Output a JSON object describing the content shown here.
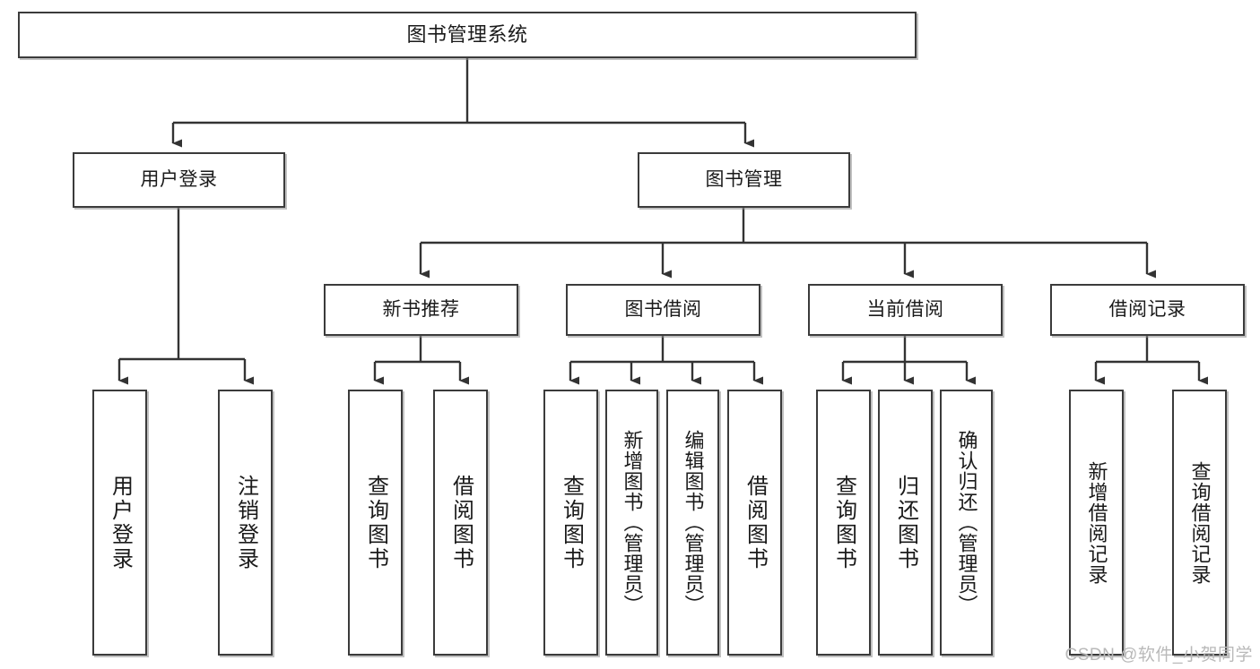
{
  "diagram": {
    "title": "图书管理系统",
    "type": "functional-structure-tree",
    "watermark": "CSDN @软件_小贺同学",
    "colors": {
      "box_border": "#3b3b3b",
      "box_fill": "#ffffff",
      "edge": "#333333",
      "text": "#1a1a1a",
      "watermark": "#b9b9b9"
    },
    "levels": {
      "root": {
        "label": "图书管理系统"
      },
      "level2": [
        {
          "id": "user-login",
          "label": "用户登录"
        },
        {
          "id": "book-manage",
          "label": "图书管理"
        }
      ],
      "level3": [
        {
          "id": "new-book-rec",
          "label": "新书推荐",
          "parent": "book-manage"
        },
        {
          "id": "book-borrow",
          "label": "图书借阅",
          "parent": "book-manage"
        },
        {
          "id": "current-borrow",
          "label": "当前借阅",
          "parent": "book-manage"
        },
        {
          "id": "borrow-record",
          "label": "借阅记录",
          "parent": "book-manage"
        }
      ],
      "leaves": [
        {
          "id": "leaf-user-login",
          "label": "用户登录",
          "parent": "user-login"
        },
        {
          "id": "leaf-logout-login",
          "label": "注销登录",
          "parent": "user-login"
        },
        {
          "id": "leaf-query-book-1",
          "label": "查询图书",
          "parent": "new-book-rec"
        },
        {
          "id": "leaf-borrow-book-1",
          "label": "借阅图书",
          "parent": "new-book-rec"
        },
        {
          "id": "leaf-query-book-2",
          "label": "查询图书",
          "parent": "book-borrow"
        },
        {
          "id": "leaf-add-book",
          "label": "新增图书（管理员）",
          "parent": "book-borrow"
        },
        {
          "id": "leaf-edit-book",
          "label": "编辑图书（管理员）",
          "parent": "book-borrow"
        },
        {
          "id": "leaf-borrow-book-2",
          "label": "借阅图书",
          "parent": "book-borrow"
        },
        {
          "id": "leaf-query-book-3",
          "label": "查询图书",
          "parent": "current-borrow"
        },
        {
          "id": "leaf-return-book",
          "label": "归还图书",
          "parent": "current-borrow"
        },
        {
          "id": "leaf-confirm-return",
          "label": "确认归还（管理员）",
          "parent": "current-borrow"
        },
        {
          "id": "leaf-add-record",
          "label": "新增借阅记录",
          "parent": "borrow-record"
        },
        {
          "id": "leaf-query-record",
          "label": "查询借阅记录",
          "parent": "borrow-record"
        }
      ]
    }
  }
}
